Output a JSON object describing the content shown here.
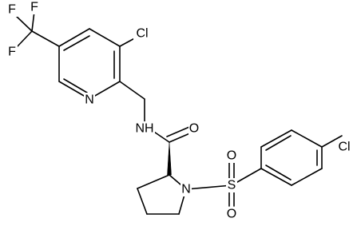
{
  "molecule": {
    "atoms": {
      "F1": "F",
      "F2": "F",
      "F3": "F",
      "Cl_pyridine": "Cl",
      "N_pyridine": "N",
      "NH_amide": "NH",
      "O_amide": "O",
      "Cl_phenyl": "Cl",
      "S_sulfonyl": "S",
      "O_sulfonyl_top": "O",
      "O_sulfonyl_bottom": "O",
      "N_pyrrolidine": "N"
    },
    "colors": {
      "bond": "#000000",
      "label": "#000000",
      "background": "#ffffff"
    }
  }
}
